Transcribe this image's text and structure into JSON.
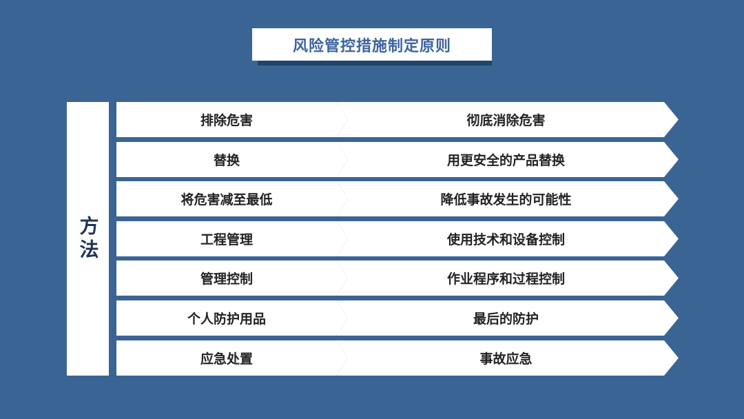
{
  "title": "风险管控措施制定原则",
  "method_label": "方法",
  "rows": [
    {
      "measure": "排除危害",
      "description": "彻底消除危害"
    },
    {
      "measure": "替换",
      "description": "用更安全的产品替换"
    },
    {
      "measure": "将危害减至最低",
      "description": "降低事故发生的可能性"
    },
    {
      "measure": "工程管理",
      "description": "使用技术和设备控制"
    },
    {
      "measure": "管理控制",
      "description": "作业程序和过程控制"
    },
    {
      "measure": "个人防护用品",
      "description": "最后的防护"
    },
    {
      "measure": "应急处置",
      "description": "事故应急"
    }
  ],
  "colors": {
    "background": "#3a6494",
    "title_text": "#3b64a0",
    "title_shadow": "#20446c",
    "cell": "#ffffff",
    "text": "#222222"
  }
}
